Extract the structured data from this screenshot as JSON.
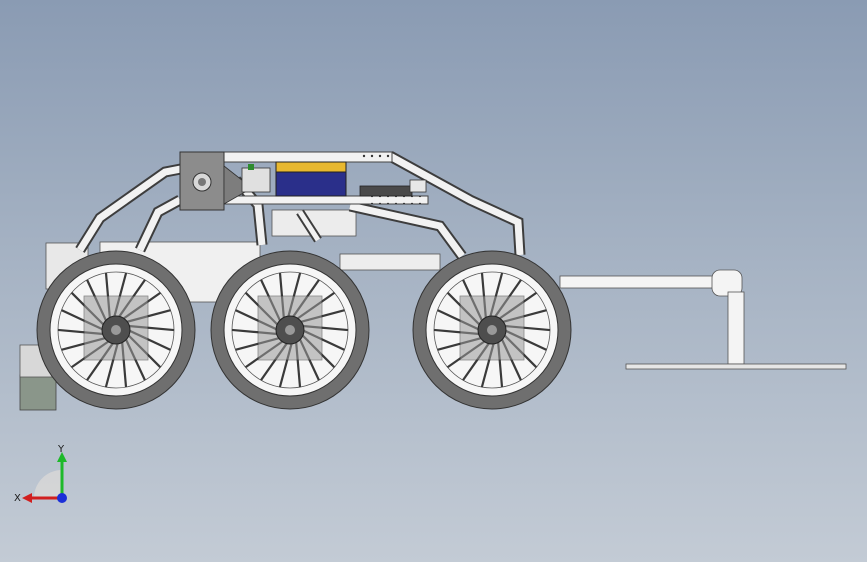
{
  "viewport": {
    "background_top": "#8a9bb3",
    "background_bottom": "#c3cbd5"
  },
  "model": {
    "wheel_count": 3,
    "wheel_color": "#6f6f6f",
    "hub_color": "#4e4e4e",
    "frame_color": "#f2f2f2",
    "battery_color": "#2a2f8a",
    "battery_top_color": "#e8b830",
    "pipe_color": "#f4f4f4"
  },
  "triad": {
    "x_label": "X",
    "y_label": "Y",
    "x_color": "#d11f1f",
    "y_color": "#1db92a",
    "z_color": "#1b2fd8"
  }
}
